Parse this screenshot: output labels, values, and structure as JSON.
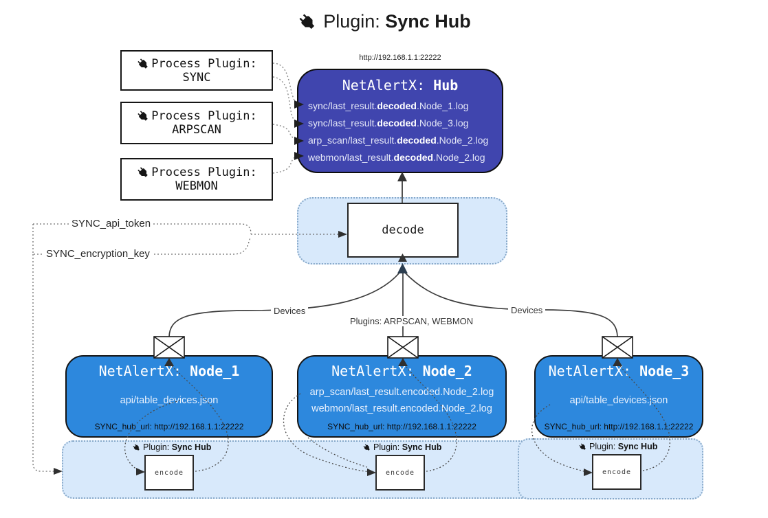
{
  "title": {
    "pre": "Plugin: ",
    "bold": "Sync Hub"
  },
  "hub": {
    "url": "http://192.168.1.1:22222",
    "name_pre": "NetAlertX: ",
    "name_bold": "Hub",
    "files": [
      {
        "pre": "sync/last_result.",
        "bold": "decoded",
        "post": ".Node_1.log"
      },
      {
        "pre": "sync/last_result.",
        "bold": "decoded",
        "post": ".Node_3.log"
      },
      {
        "pre": "arp_scan/last_result.",
        "bold": "decoded",
        "post": ".Node_2.log"
      },
      {
        "pre": "webmon/last_result.",
        "bold": "decoded",
        "post": ".Node_2.log"
      }
    ]
  },
  "process_plugins": [
    {
      "line1": "Process Plugin:",
      "line2": "SYNC"
    },
    {
      "line1": "Process Plugin:",
      "line2": "ARPSCAN"
    },
    {
      "line1": "Process Plugin:",
      "line2": "WEBMON"
    }
  ],
  "decode_label": "decode",
  "encode_label": "encode",
  "settings": {
    "api_token": "SYNC_api_token",
    "encryption_key": "SYNC_encryption_key"
  },
  "edges": {
    "devices_left": "Devices",
    "devices_right": "Devices",
    "plugins_mid": "Plugins: ARPSCAN, WEBMON"
  },
  "nodes": [
    {
      "name_pre": "NetAlertX: ",
      "name_bold": "Node_1",
      "files": [
        "api/table_devices.json"
      ],
      "hub_url": "SYNC_hub_url: http://192.168.1.1:22222"
    },
    {
      "name_pre": "NetAlertX: ",
      "name_bold": "Node_2",
      "files": [
        "arp_scan/last_result.encoded.Node_2.log",
        "webmon/last_result.encoded.Node_2.log"
      ],
      "hub_url": "SYNC_hub_url: http://192.168.1.1:22222"
    },
    {
      "name_pre": "NetAlertX: ",
      "name_bold": "Node_3",
      "files": [
        "api/table_devices.json"
      ],
      "hub_url": "SYNC_hub_url: http://192.168.1.1:22222"
    }
  ],
  "sync_plugin_label": {
    "pre": "Plugin: ",
    "bold": "Sync Hub"
  },
  "colors": {
    "hub_fill": "#4045ae",
    "node_fill": "#2d88dd",
    "band_fill": "#d8e9fb",
    "band_border": "#86a8c9",
    "line": "#3d3d3d"
  }
}
